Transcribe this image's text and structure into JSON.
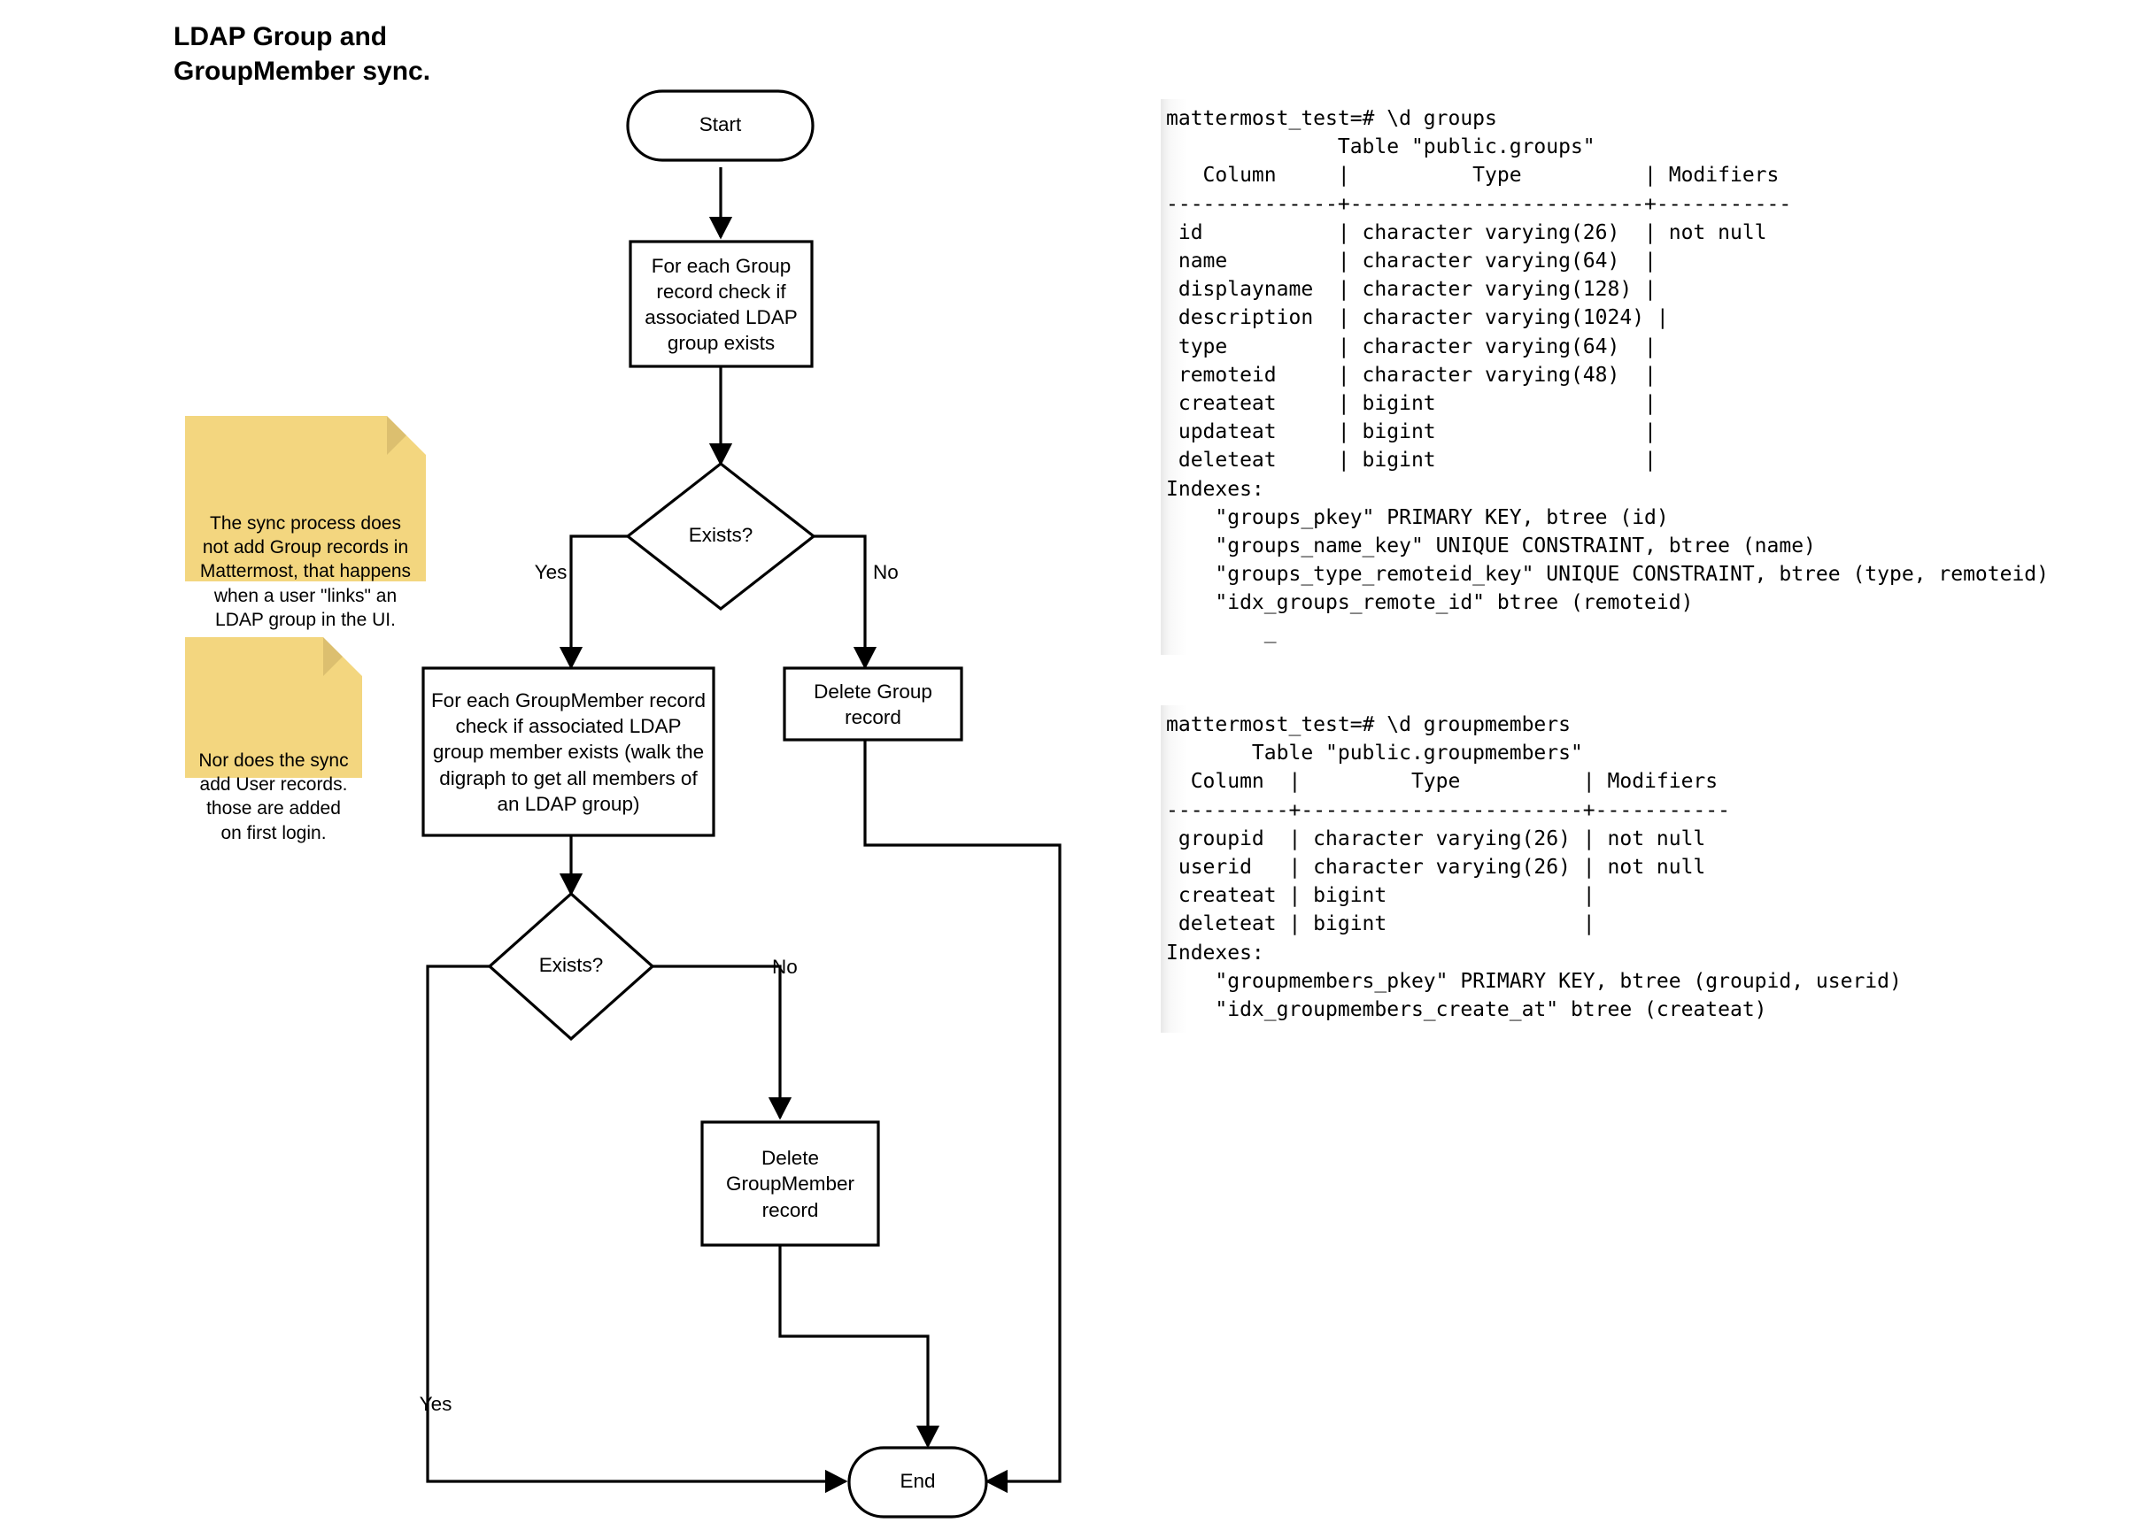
{
  "diagram": {
    "title": "LDAP Group and\nGroupMember sync.",
    "nodes": {
      "start": "Start",
      "check_group": "For each Group record check if associated LDAP group exists",
      "exists_1": "Exists?",
      "check_groupmember": "For each GroupMember record check if associated LDAP group member exists (walk the digraph to get all members of an LDAP group)",
      "delete_group": "Delete Group record",
      "exists_2": "Exists?",
      "delete_groupmember": "Delete GroupMember record",
      "end": "End"
    },
    "edge_labels": {
      "exists_1_yes": "Yes",
      "exists_1_no": "No",
      "exists_2_no": "No",
      "exists_2_yes": "Yes"
    },
    "notes": [
      "The sync process does not add Group records in Mattermost, that happens when a user \"links\" an LDAP group in the UI.",
      "Nor does the sync add User records. those are added on first login."
    ],
    "colors": {
      "note_fill": "#f3d67f",
      "note_fold": "#dcbf6f",
      "node_stroke": "#000000",
      "node_fill": "#ffffff"
    }
  },
  "terminal": {
    "groups": "mattermost_test=# \\d groups\n              Table \"public.groups\"\n   Column     |          Type          | Modifiers\n--------------+------------------------+-----------\n id           | character varying(26)  | not null\n name         | character varying(64)  |\n displayname  | character varying(128) |\n description  | character varying(1024) |\n type         | character varying(64)  |\n remoteid     | character varying(48)  |\n createat     | bigint                 |\n updateat     | bigint                 |\n deleteat     | bigint                 |\nIndexes:\n    \"groups_pkey\" PRIMARY KEY, btree (id)\n    \"groups_name_key\" UNIQUE CONSTRAINT, btree (name)\n    \"groups_type_remoteid_key\" UNIQUE CONSTRAINT, btree (type, remoteid)\n    \"idx_groups_remote_id\" btree (remoteid)\n",
    "groups_caret": "        _",
    "groupmembers": "mattermost_test=# \\d groupmembers\n       Table \"public.groupmembers\"\n  Column  |         Type          | Modifiers\n----------+-----------------------+-----------\n groupid  | character varying(26) | not null\n userid   | character varying(26) | not null\n createat | bigint                |\n deleteat | bigint                |\nIndexes:\n    \"groupmembers_pkey\" PRIMARY KEY, btree (groupid, userid)\n    \"idx_groupmembers_create_at\" btree (createat)"
  }
}
